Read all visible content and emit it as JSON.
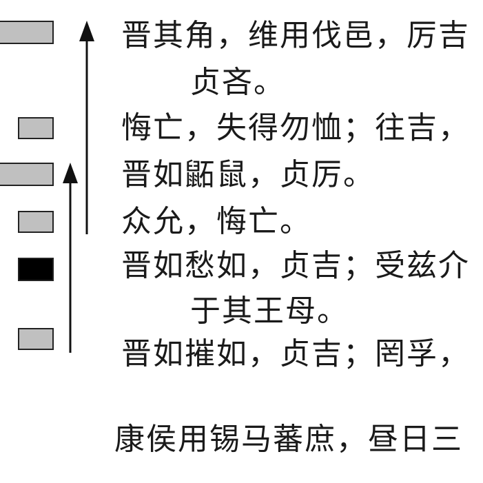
{
  "lines": [
    "晋其角，维用伐邑，厉吉",
    "贞吝。",
    "悔亡，失得勿恤；往吉，",
    "晋如鼫鼠，贞厉。",
    "众允，悔亡。",
    "晋如愁如，贞吉；受兹介",
    "于其王母。",
    "晋如摧如，贞吉；罔孚，",
    "康侯用锡马蕃庶，昼日三"
  ],
  "hexagram_lines": [
    {
      "type": "yang",
      "fill": "#c0c0c0"
    },
    {
      "type": "yin",
      "fill": "#c0c0c0"
    },
    {
      "type": "yang",
      "fill": "#c0c0c0"
    },
    {
      "type": "yin",
      "fill": "#c0c0c0"
    },
    {
      "type": "yin",
      "fill": "#000000"
    },
    {
      "type": "yin",
      "fill": "#c0c0c0"
    }
  ]
}
